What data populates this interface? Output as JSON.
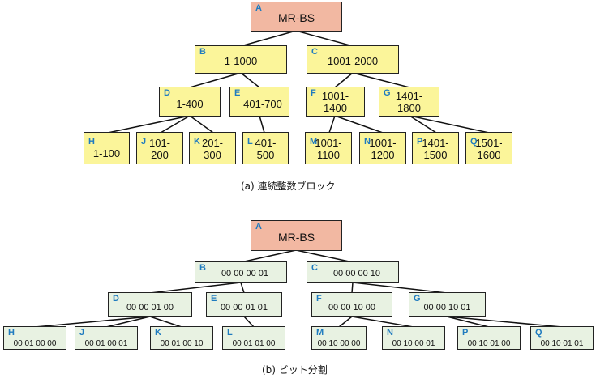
{
  "tree_a": {
    "caption": "(a) 連続整数ブロック",
    "nodes": {
      "A": {
        "tag": "A",
        "value": "MR-BS"
      },
      "B": {
        "tag": "B",
        "value": "1-1000"
      },
      "C": {
        "tag": "C",
        "value": "1001-2000"
      },
      "D": {
        "tag": "D",
        "value": "1-400"
      },
      "E": {
        "tag": "E",
        "value": "401-700"
      },
      "F": {
        "tag": "F",
        "value": "1001-\n1400"
      },
      "G": {
        "tag": "G",
        "value": "1401-\n1800"
      },
      "H": {
        "tag": "H",
        "value": "1-100"
      },
      "J": {
        "tag": "J",
        "value": "101-\n200"
      },
      "K": {
        "tag": "K",
        "value": "201-\n300"
      },
      "L": {
        "tag": "L",
        "value": "401-\n500"
      },
      "M": {
        "tag": "M",
        "value": "1001-\n1100"
      },
      "N": {
        "tag": "N",
        "value": "1001-\n1200"
      },
      "P": {
        "tag": "P",
        "value": "1401-\n1500"
      },
      "Q": {
        "tag": "Q",
        "value": "1501-\n1600"
      }
    }
  },
  "tree_b": {
    "caption": "(b) ビット分割",
    "nodes": {
      "A": {
        "tag": "A",
        "value": "MR-BS"
      },
      "B": {
        "tag": "B",
        "value": "00 00 00 01"
      },
      "C": {
        "tag": "C",
        "value": "00 00 00 10"
      },
      "D": {
        "tag": "D",
        "value": "00 00 01 00"
      },
      "E": {
        "tag": "E",
        "value": "00 00 01 01"
      },
      "F": {
        "tag": "F",
        "value": "00 00 10 00"
      },
      "G": {
        "tag": "G",
        "value": "00 00 10 01"
      },
      "H": {
        "tag": "H",
        "value": "00 01 00 00"
      },
      "J": {
        "tag": "J",
        "value": "00 01 00 01"
      },
      "K": {
        "tag": "K",
        "value": "00 01 00 10"
      },
      "L": {
        "tag": "L",
        "value": "00 01 01 00"
      },
      "M": {
        "tag": "M",
        "value": "00 10 00 00"
      },
      "N": {
        "tag": "N",
        "value": "00 10 00 01"
      },
      "P": {
        "tag": "P",
        "value": "00 10 01 00"
      },
      "Q": {
        "tag": "Q",
        "value": "00 10 01 01"
      }
    }
  },
  "colors": {
    "root_fill": "#f2b8a2",
    "tree_a_fill": "#fbf59a",
    "tree_b_fill": "#e8f2e2",
    "tag_color": "#1f7bbf",
    "line_color": "#111111"
  }
}
